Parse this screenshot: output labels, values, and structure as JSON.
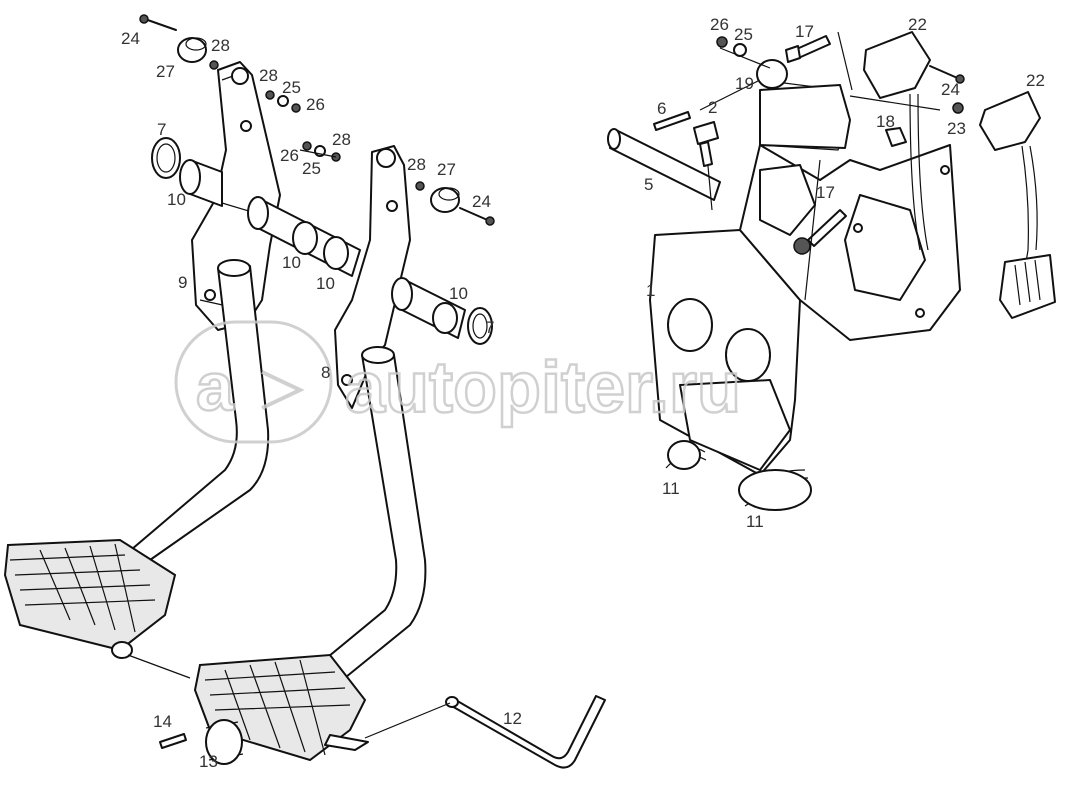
{
  "diagram": {
    "labels": {
      "l24a": "24",
      "l28a": "28",
      "l27a": "27",
      "l28b": "28",
      "l25a": "25",
      "l26a": "26",
      "l7a": "7",
      "l28c": "28",
      "l26b": "26",
      "l25b": "25",
      "l10a": "10",
      "l28d": "28",
      "l27b": "27",
      "l24b": "24",
      "l9": "9",
      "l10b": "10",
      "l10c": "10",
      "l10d": "10",
      "l7b": "7",
      "l8": "8",
      "l14": "14",
      "l13": "13",
      "l12": "12",
      "l26c": "26",
      "l25c": "25",
      "l17a": "17",
      "l22a": "22",
      "l19": "19",
      "l6": "6",
      "l2": "2",
      "l24c": "24",
      "l22b": "22",
      "l18": "18",
      "l23": "23",
      "l5": "5",
      "l17b": "17",
      "l1": "1",
      "l11a": "11",
      "l11b": "11"
    },
    "watermark": "autopiter.ru"
  }
}
